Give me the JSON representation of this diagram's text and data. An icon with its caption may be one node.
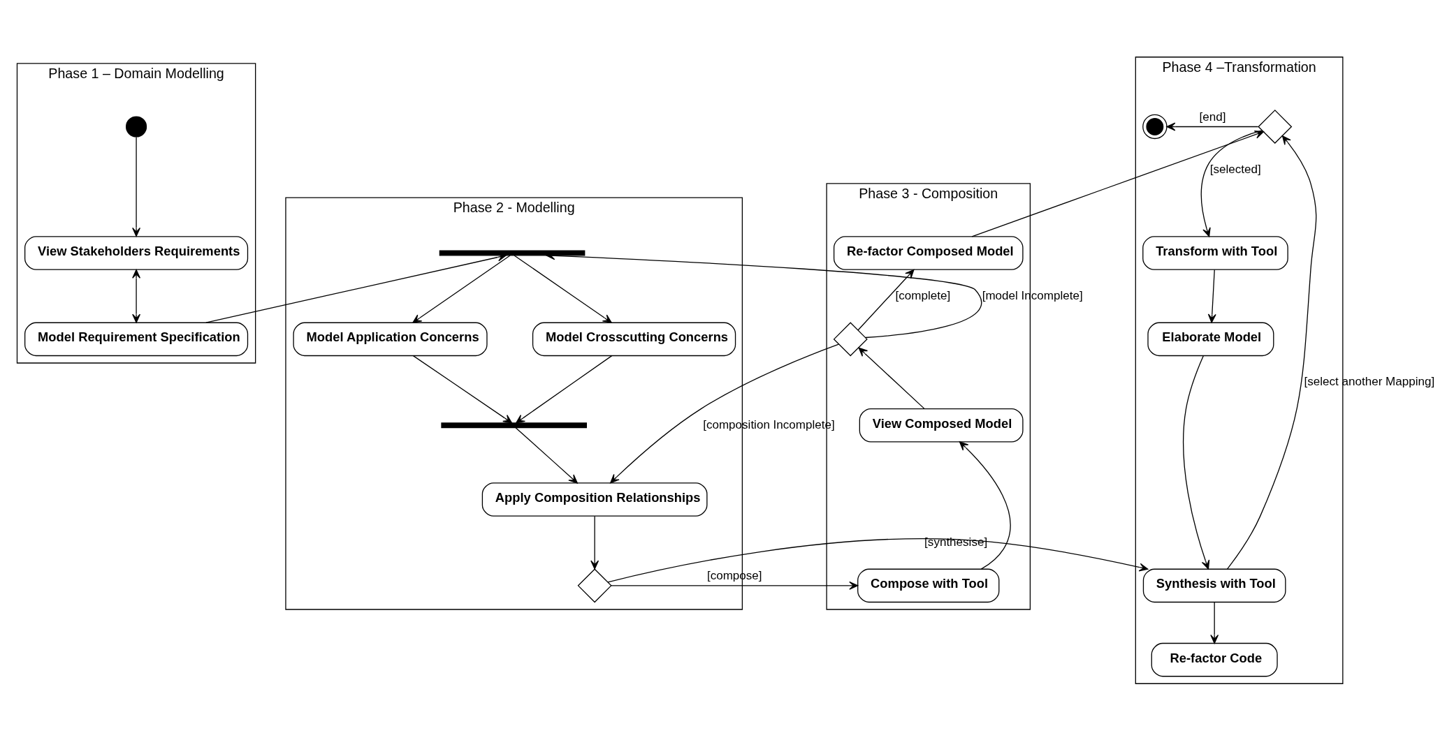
{
  "diagram": {
    "nodes": [
      {
        "text": [
          "Phase 1 – Domain Modelling"
        ]
      },
      {
        "text": [
          "Phase 2 - Modelling"
        ]
      },
      {
        "text": [
          "Phase 3 - Composition"
        ]
      },
      {
        "text": [
          "Phase 4 –Transformation"
        ]
      },
      {
        "text": [],
        "shape": "circle",
        "in": 0
      },
      {
        "text": [
          "View Stakeholders Requirements"
        ],
        "in": 0
      },
      {
        "text": [
          "Model Requirement Specification"
        ],
        "in": 0
      },
      {
        "text": [],
        "shape": "bar",
        "in": 1
      },
      {
        "text": [
          "Model Application Concerns"
        ],
        "in": 1
      },
      {
        "text": [
          "Model Crosscutting Concerns"
        ],
        "in": 1
      },
      {
        "text": [],
        "shape": "bar",
        "in": 1
      },
      {
        "text": [
          "Apply Composition Relationships"
        ],
        "in": 1
      },
      {
        "text": [],
        "shape": "diamond",
        "in": 1
      },
      {
        "text": [
          "Re-factor Composed Model"
        ],
        "in": 2
      },
      {
        "text": [],
        "shape": "diamond",
        "in": 2
      },
      {
        "text": [
          "View Composed Model"
        ],
        "in": 2
      },
      {
        "text": [
          "Compose with Tool"
        ],
        "in": 2
      },
      {
        "text": [],
        "shape": "diamond",
        "in": 3
      },
      {
        "text": [],
        "shape": "bullseye",
        "in": 3
      },
      {
        "text": [
          "Transform with Tool"
        ],
        "in": 3
      },
      {
        "text": [
          "Elaborate Model"
        ],
        "in": 3
      },
      {
        "text": [
          "Synthesis with Tool"
        ],
        "in": 3
      },
      {
        "text": [
          "Re-factor Code"
        ],
        "in": 3
      }
    ],
    "edges": [
      {
        "from": 4,
        "to": 5,
        "arrow": "to"
      },
      {
        "from": 5,
        "to": 6,
        "arrow": "both"
      },
      {
        "from": 6,
        "to": 7,
        "arrow": "to"
      },
      {
        "from": 14,
        "to": 7,
        "arrow": "to",
        "label": "[model Incomplete]"
      },
      {
        "from": 7,
        "to": 8,
        "arrow": "to"
      },
      {
        "from": 7,
        "to": 9,
        "arrow": "to"
      },
      {
        "from": 8,
        "to": 10,
        "arrow": "to"
      },
      {
        "from": 9,
        "to": 10,
        "arrow": "to"
      },
      {
        "from": 10,
        "to": 11,
        "arrow": "to"
      },
      {
        "from": 14,
        "to": 11,
        "arrow": "to",
        "label": "[composition Incomplete]"
      },
      {
        "from": 11,
        "to": 12,
        "arrow": "to"
      },
      {
        "from": 12,
        "to": 16,
        "arrow": "to",
        "label": "[compose]"
      },
      {
        "from": 12,
        "to": 21,
        "arrow": "to",
        "label": "[synthesise]"
      },
      {
        "from": 16,
        "to": 15,
        "arrow": "to"
      },
      {
        "from": 15,
        "to": 14,
        "arrow": "to"
      },
      {
        "from": 14,
        "to": 13,
        "arrow": "to",
        "label": "[complete]"
      },
      {
        "from": 13,
        "to": 17,
        "arrow": "to"
      },
      {
        "from": 17,
        "to": 18,
        "arrow": "to",
        "label": "[end]"
      },
      {
        "from": 17,
        "to": 19,
        "arrow": "to",
        "label": "[selected]"
      },
      {
        "from": 19,
        "to": 20,
        "arrow": "to"
      },
      {
        "from": 20,
        "to": 21,
        "arrow": "to"
      },
      {
        "from": 21,
        "to": 17,
        "arrow": "to",
        "label": "[select another Mapping]"
      },
      {
        "from": 21,
        "to": 22,
        "arrow": "to"
      }
    ]
  }
}
